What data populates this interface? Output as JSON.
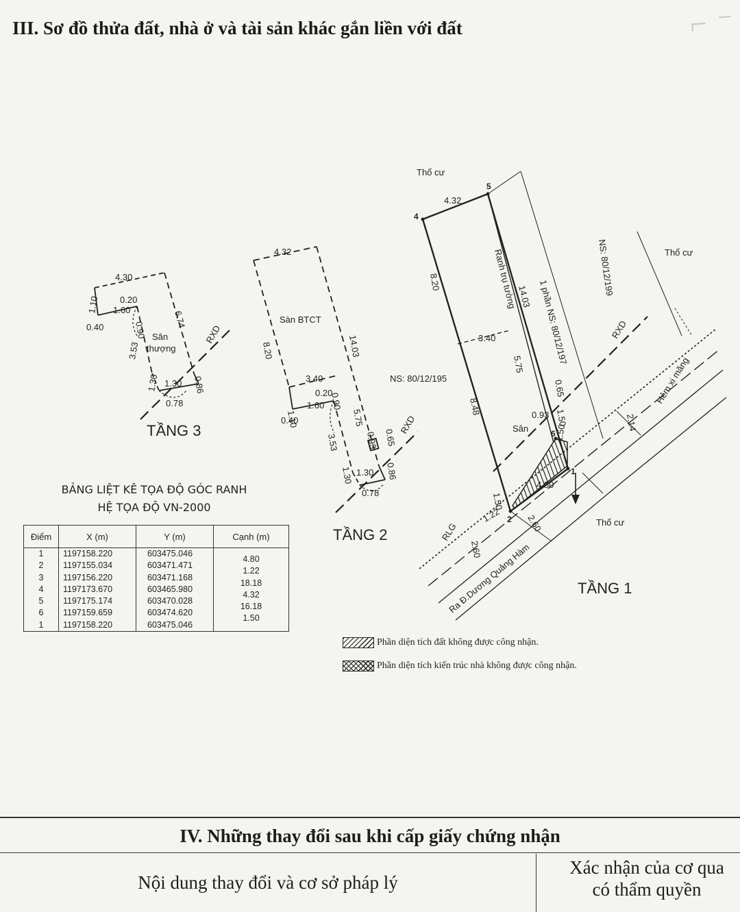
{
  "section3": {
    "title": "III. Sơ đồ thửa đất, nhà ở và tài sản khác gắn liền với đất"
  },
  "floors": {
    "f3": {
      "label": "TẦNG 3",
      "area": [
        "Sân",
        "thượng"
      ],
      "dims": [
        "4.30",
        "1.10",
        "0.40",
        "0.20",
        "1.60",
        "0.90",
        "6.74",
        "3.53",
        "1.30",
        "1.30",
        "0.86",
        "0.78"
      ],
      "rxd": "RXD"
    },
    "f2": {
      "label": "TẦNG 2",
      "area": "Sàn BTCT",
      "dims": [
        "4.32",
        "8.20",
        "14.03",
        "3.40",
        "1.10",
        "0.20",
        "0.40",
        "1.60",
        "0.90",
        "5.75",
        "3.53",
        "0.65",
        "0.93",
        "1.30",
        "1.30",
        "0.86",
        "0.78"
      ],
      "rxd": "RXD"
    },
    "f1": {
      "label": "TẦNG 1",
      "labels": {
        "tho_cu_top": "Thổ cư",
        "tho_cu_right": "Thổ cư",
        "tho_cu_bottom": "Thổ cư",
        "ns_195": "NS: 80/12/195",
        "ns_199": "NS: 80/12/199",
        "ns_197": "1 phần NS: 80/12/197",
        "ranh": "Ranh trụ tường",
        "san": "Sân",
        "hem": "Hẻm xi măng",
        "road": "Ra Đ.Dương Quảng Hàm",
        "rlg": "RLG",
        "rxd": "RXD"
      },
      "points": [
        "1",
        "2",
        "4",
        "5",
        "6"
      ],
      "dims": [
        "4.32",
        "8.20",
        "14.03",
        "3.40",
        "5.75",
        "8.48",
        "0.65",
        "0.93",
        "1.50",
        "1.50",
        "4.80",
        "1.50",
        "1.22",
        "2.60",
        "2.60",
        "2.14"
      ]
    }
  },
  "coord_table": {
    "title_line1": "BẢNG LIỆT KÊ TỌA ĐỘ GÓC RANH",
    "title_line2": "HỆ TỌA ĐỘ VN-2000",
    "headers": [
      "Điểm",
      "X (m)",
      "Y (m)",
      "Cạnh (m)"
    ],
    "points": [
      "1",
      "2",
      "3",
      "4",
      "5",
      "6",
      "1"
    ],
    "x": [
      "1197158.220",
      "1197155.034",
      "1197156.220",
      "1197173.670",
      "1197175.174",
      "1197159.659",
      "1197158.220"
    ],
    "y": [
      "603475.046",
      "603471.471",
      "603471.168",
      "603465.980",
      "603470.028",
      "603474.620",
      "603475.046"
    ],
    "edges": [
      "4.80",
      "1.22",
      "18.18",
      "4.32",
      "16.18",
      "1.50"
    ]
  },
  "legend": {
    "land": "Phần diện tích đất không được công nhận.",
    "building": "Phần diện tích kiến trúc nhà không được công nhận."
  },
  "section4": {
    "title": "IV. Những thay đổi sau khi cấp giấy chứng nhận",
    "col1": "Nội dung thay đổi và cơ sở pháp lý",
    "col2_line1": "Xác nhận của cơ qua",
    "col2_line2": "có thẩm quyền"
  }
}
